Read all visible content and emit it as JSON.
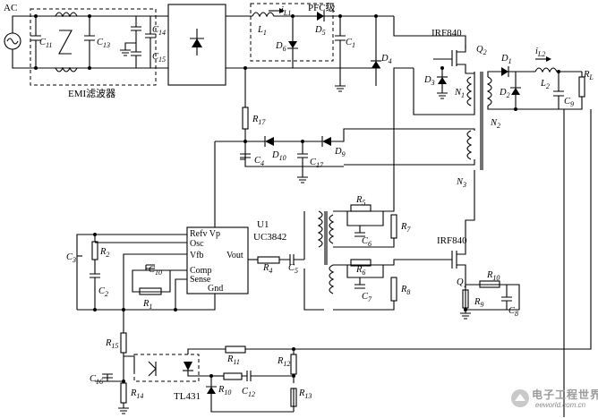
{
  "diagram": {
    "blocks": {
      "ac_source": "AC",
      "emi_filter": "EMI滤波器",
      "pfc_stage": "PFC级",
      "controller_part": "U1",
      "controller_name": "UC3842",
      "mosfet_top": "IRF840",
      "mosfet_bottom": "IRF840",
      "shunt_reg": "TL431"
    },
    "controller_pins": {
      "refv_vp": "Refv Vp",
      "osc": "Osc",
      "vfb": "Vfb",
      "comp": "Comp",
      "sense": "Sense",
      "gnd": "Gnd",
      "vout": "Vout"
    },
    "labels": [
      {
        "id": "c11",
        "base": "C",
        "sub": "11"
      },
      {
        "id": "c13",
        "base": "C",
        "sub": "13"
      },
      {
        "id": "c14",
        "base": "C",
        "sub": "14"
      },
      {
        "id": "c15",
        "base": "C",
        "sub": "15"
      },
      {
        "id": "il1",
        "base": "i",
        "sub": "L1"
      },
      {
        "id": "l1",
        "base": "L",
        "sub": "1"
      },
      {
        "id": "d6",
        "base": "D",
        "sub": "6"
      },
      {
        "id": "d5",
        "base": "D",
        "sub": "5"
      },
      {
        "id": "c1",
        "base": "C",
        "sub": "1"
      },
      {
        "id": "d4",
        "base": "D",
        "sub": "4"
      },
      {
        "id": "q2",
        "base": "Q",
        "sub": "2"
      },
      {
        "id": "d3",
        "base": "D",
        "sub": "3"
      },
      {
        "id": "n1",
        "base": "N",
        "sub": "1"
      },
      {
        "id": "d1",
        "base": "D",
        "sub": "1"
      },
      {
        "id": "il2",
        "base": "i",
        "sub": "L2"
      },
      {
        "id": "l2",
        "base": "L",
        "sub": "2"
      },
      {
        "id": "d2",
        "base": "D",
        "sub": "2"
      },
      {
        "id": "rl",
        "base": "R",
        "sub": "L"
      },
      {
        "id": "c9",
        "base": "C",
        "sub": "9"
      },
      {
        "id": "n2",
        "base": "N",
        "sub": "2"
      },
      {
        "id": "r17",
        "base": "R",
        "sub": "17"
      },
      {
        "id": "d10",
        "base": "D",
        "sub": "10"
      },
      {
        "id": "d9",
        "base": "D",
        "sub": "9"
      },
      {
        "id": "c4",
        "base": "C",
        "sub": "4"
      },
      {
        "id": "c17",
        "base": "C",
        "sub": "17"
      },
      {
        "id": "n3",
        "base": "N",
        "sub": "3"
      },
      {
        "id": "r5",
        "base": "R",
        "sub": "5"
      },
      {
        "id": "c6",
        "base": "C",
        "sub": "6"
      },
      {
        "id": "r7",
        "base": "R",
        "sub": "7"
      },
      {
        "id": "r6",
        "base": "R",
        "sub": "6"
      },
      {
        "id": "c7",
        "base": "C",
        "sub": "7"
      },
      {
        "id": "r8",
        "base": "R",
        "sub": "8"
      },
      {
        "id": "q1",
        "base": "Q",
        "sub": "1"
      },
      {
        "id": "r10a",
        "base": "R",
        "sub": "10"
      },
      {
        "id": "r9",
        "base": "R",
        "sub": "9"
      },
      {
        "id": "c8",
        "base": "C",
        "sub": "8"
      },
      {
        "id": "c3",
        "base": "C",
        "sub": "3"
      },
      {
        "id": "r2",
        "base": "R",
        "sub": "2"
      },
      {
        "id": "c2",
        "base": "C",
        "sub": "2"
      },
      {
        "id": "c10",
        "base": "C",
        "sub": "10"
      },
      {
        "id": "r1",
        "base": "R",
        "sub": "1"
      },
      {
        "id": "r4",
        "base": "R",
        "sub": "4"
      },
      {
        "id": "c5",
        "base": "C",
        "sub": "5"
      },
      {
        "id": "r15",
        "base": "R",
        "sub": "15"
      },
      {
        "id": "r11",
        "base": "R",
        "sub": "11"
      },
      {
        "id": "r12",
        "base": "R",
        "sub": "12"
      },
      {
        "id": "c16",
        "base": "C",
        "sub": "16"
      },
      {
        "id": "r14",
        "base": "R",
        "sub": "14"
      },
      {
        "id": "r10b",
        "base": "R",
        "sub": "10"
      },
      {
        "id": "c12",
        "base": "C",
        "sub": "12"
      },
      {
        "id": "r13",
        "base": "R",
        "sub": "13"
      }
    ],
    "watermark": {
      "title": "电子工程世界",
      "url": "eeworld.com.cn"
    }
  }
}
